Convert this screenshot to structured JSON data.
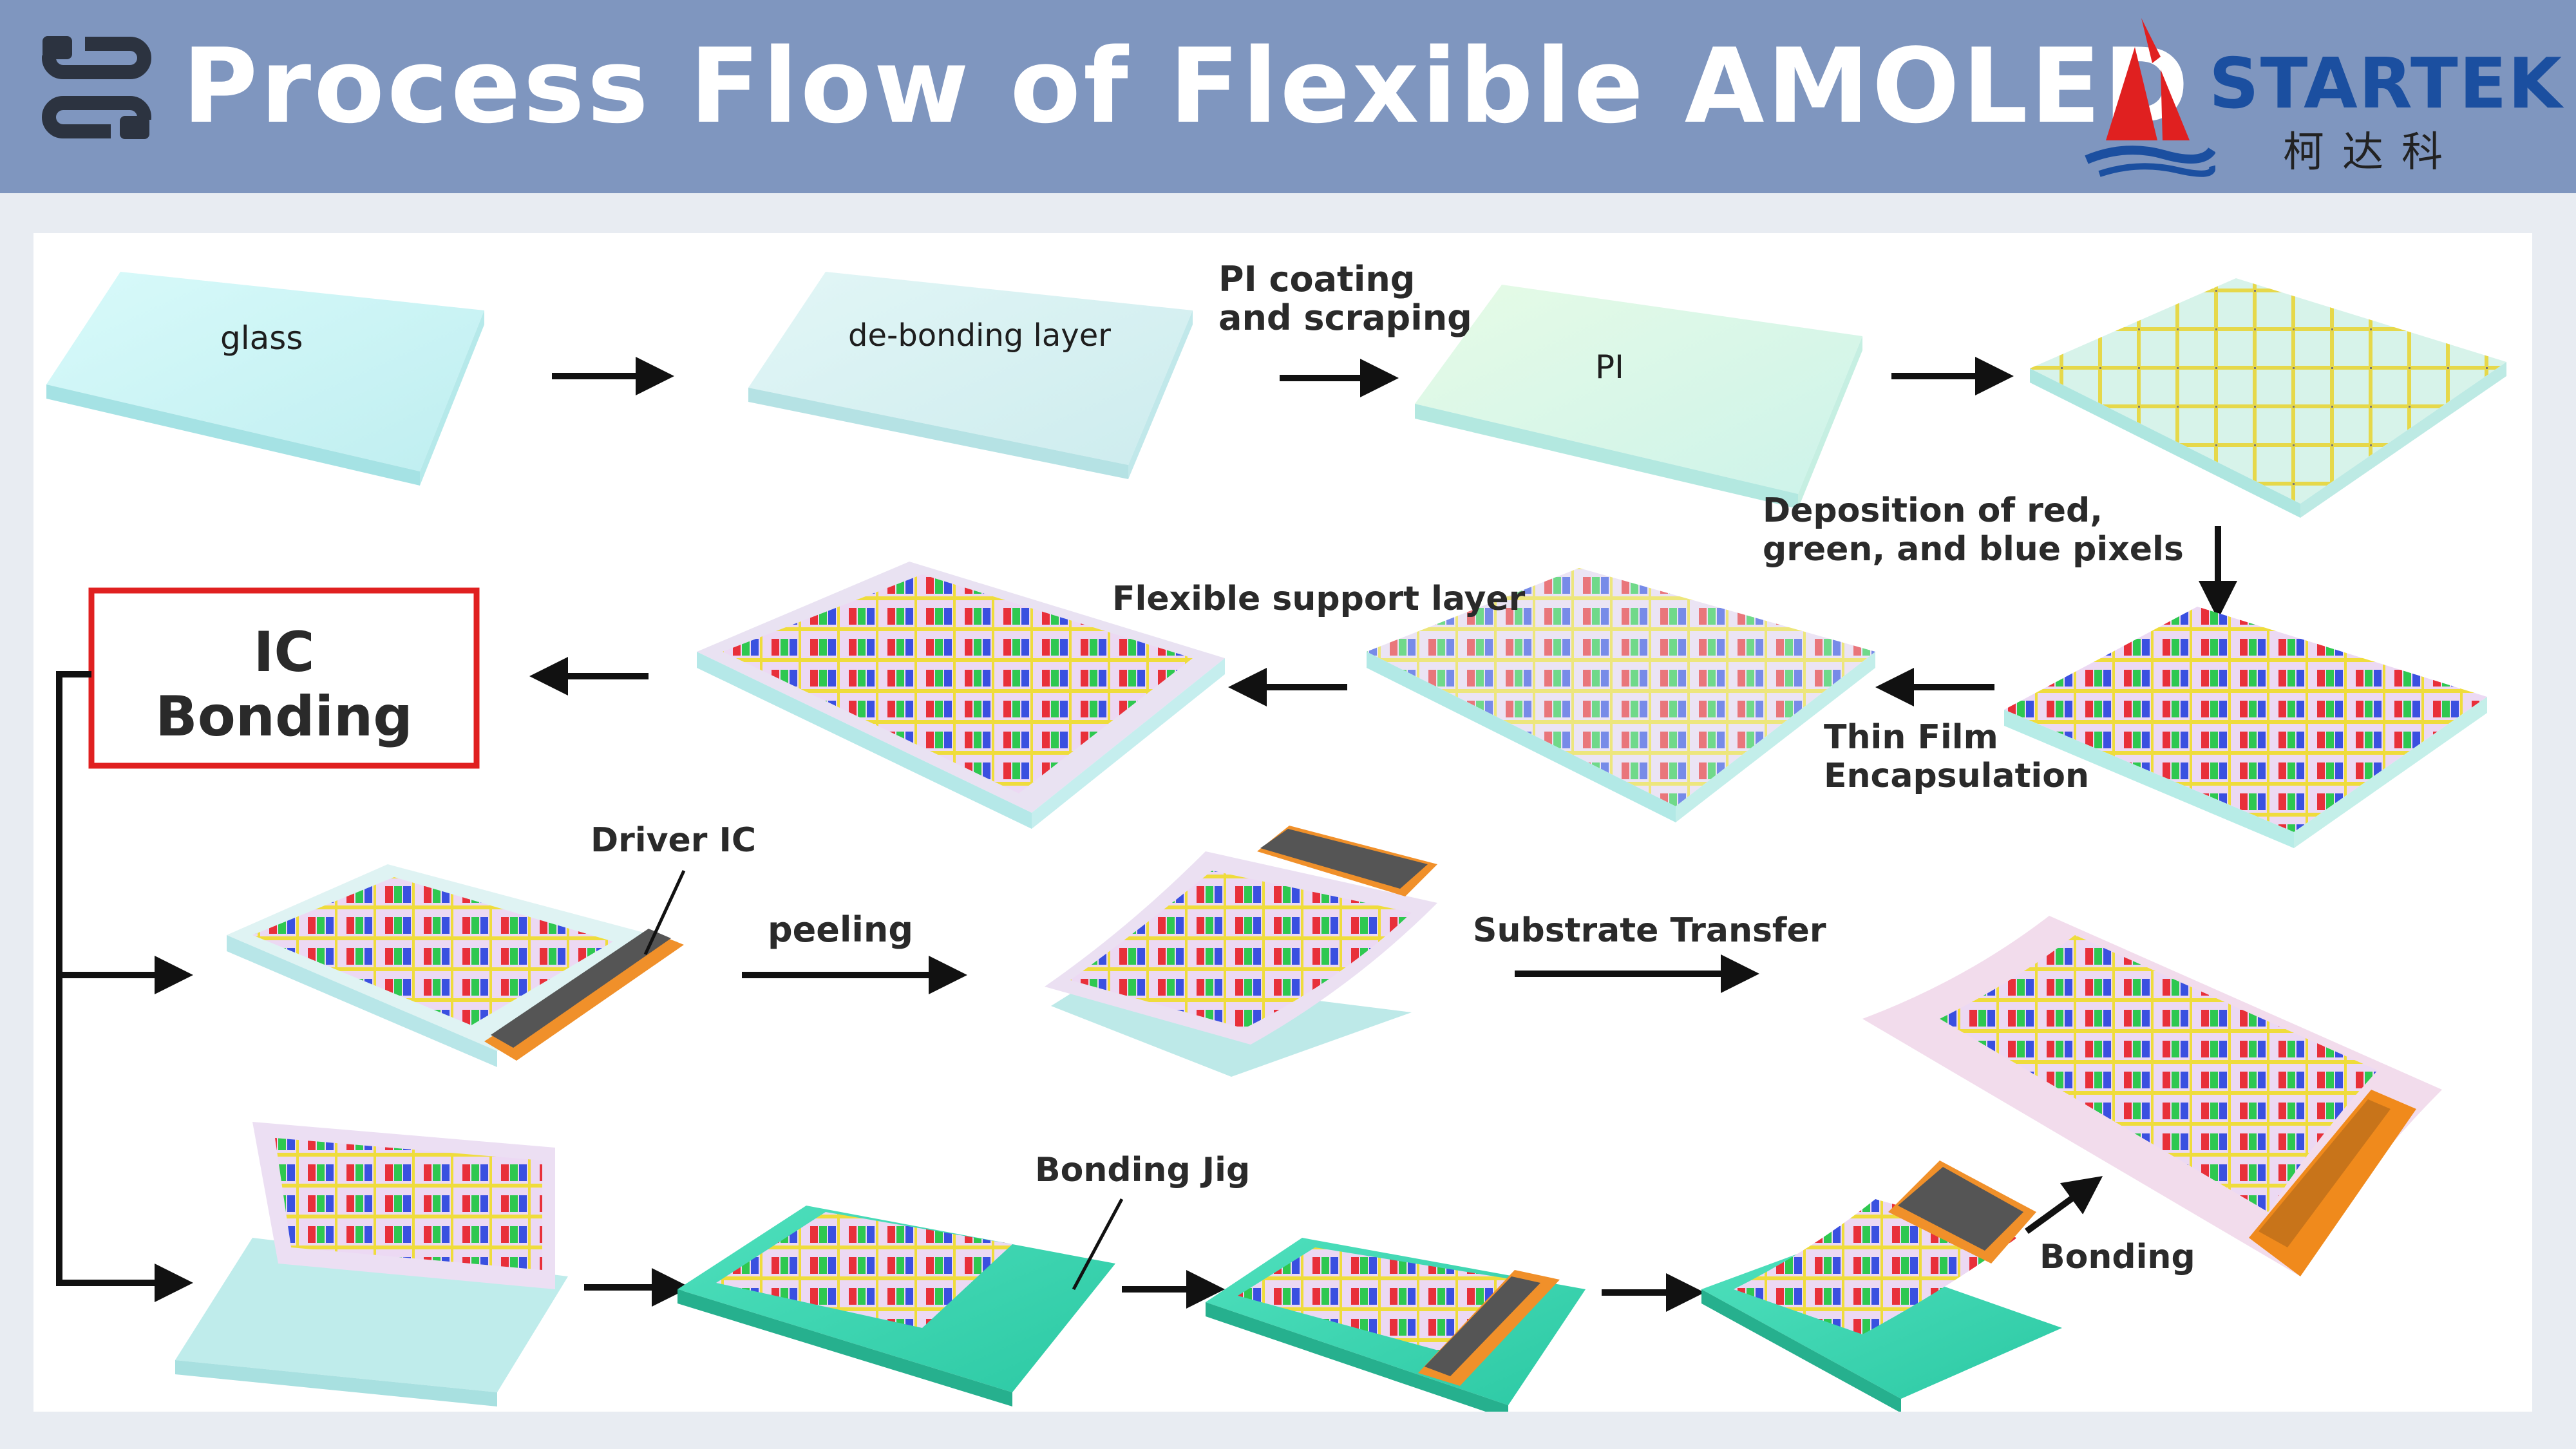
{
  "header": {
    "title": "Process Flow of Flexible AMOLED",
    "brand": "STARTEK",
    "brand_cn": "柯达科"
  },
  "labels": {
    "glass": "glass",
    "debonding": "de-bonding layer",
    "pi_coating_1": "PI coating",
    "pi_coating_2": "and scraping",
    "pi": "PI",
    "deposition_1": "Deposition of red,",
    "deposition_2": "green, and blue pixels",
    "flexible_support": "Flexible support layer",
    "tfe_1": "Thin Film",
    "tfe_2": "Encapsulation",
    "ic_bonding_1": "IC",
    "ic_bonding_2": "Bonding",
    "driver_ic": "Driver IC",
    "peeling": "peeling",
    "substrate_transfer": "Substrate Transfer",
    "bonding_jig": "Bonding Jig",
    "bonding": "Bonding"
  },
  "colors": {
    "header_bg": "#7f96bf",
    "brand_blue": "#1b4fa0",
    "brand_red": "#e02020",
    "glass": "#c9f4f4",
    "pi_layer": "#d9f7e8",
    "jig": "#3fd6b0",
    "ic_box_border": "#e02020",
    "driver_ic": "#555555",
    "fpc_orange": "#f0902a",
    "pixel_red": "#e8303a",
    "pixel_green": "#2ec850",
    "pixel_blue": "#3a50e0",
    "trace_yellow": "#f2e02a"
  }
}
